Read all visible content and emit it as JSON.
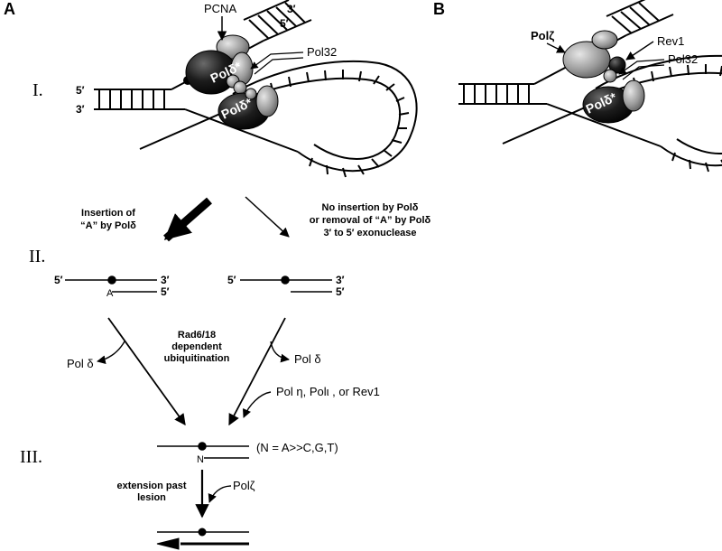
{
  "panels": {
    "a": "A",
    "b": "B"
  },
  "stages": {
    "s1": "I.",
    "s2": "II.",
    "s3": "III."
  },
  "panel_a": {
    "pcna": "PCNA",
    "pol32": "Pol32",
    "pol_delta_1": "Polδ*",
    "pol_delta_2": "Polδ*",
    "end_5": "5′",
    "end_3": "3′",
    "fork_3": "3′",
    "fork_5": "5′"
  },
  "branch_left": [
    "Insertion of",
    "“A” by Polδ"
  ],
  "branch_right": [
    "No insertion by Polδ",
    "or removal of “A” by Polδ",
    "3′ to 5′ exonuclease"
  ],
  "intermediate_left": {
    "top_5": "5′",
    "top_3": "3′",
    "base": "A",
    "bottom_5": "5′"
  },
  "intermediate_right": {
    "top_5": "5′",
    "top_3": "3′",
    "bottom_5": "5′"
  },
  "ubiquitination": [
    "Rad6/18",
    "dependent",
    "ubiquitination"
  ],
  "pol_delta_left": "Pol δ",
  "pol_delta_right": "Pol δ",
  "tls_polymerases": "Pol η, Polι , or Rev1",
  "product": {
    "base": "N",
    "rule": "(N = A>>C,G,T)"
  },
  "extension": [
    "extension past",
    "lesion"
  ],
  "pol_zeta": "Polζ",
  "panel_b": {
    "pol_zeta": "Polζ",
    "rev1": "Rev1",
    "pol32": "Pol32",
    "pol_delta": "Polδ*"
  }
}
